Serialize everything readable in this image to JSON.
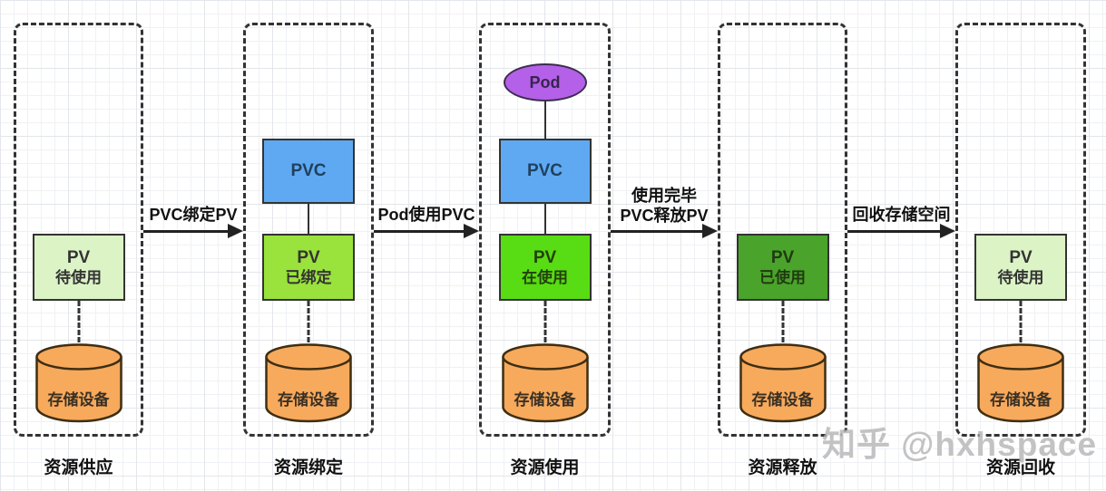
{
  "watermark": {
    "text": "知乎 @hxhspace"
  },
  "stages": [
    {
      "label": "资源供应",
      "pv": {
        "title": "PV",
        "status": "待使用"
      },
      "storage": {
        "label": "存储设备"
      }
    },
    {
      "label": "资源绑定",
      "pvc": {
        "label": "PVC"
      },
      "pv": {
        "title": "PV",
        "status": "已绑定"
      },
      "storage": {
        "label": "存储设备"
      }
    },
    {
      "label": "资源使用",
      "pod": {
        "label": "Pod"
      },
      "pvc": {
        "label": "PVC"
      },
      "pv": {
        "title": "PV",
        "status": "在使用"
      },
      "storage": {
        "label": "存储设备"
      }
    },
    {
      "label": "资源释放",
      "pv": {
        "title": "PV",
        "status": "已使用"
      },
      "storage": {
        "label": "存储设备"
      }
    },
    {
      "label": "资源回收",
      "pv": {
        "title": "PV",
        "status": "待使用"
      },
      "storage": {
        "label": "存储设备"
      }
    }
  ],
  "arrows": [
    {
      "lines": [
        "PVC绑定PV"
      ]
    },
    {
      "lines": [
        "Pod使用PVC"
      ]
    },
    {
      "lines": [
        "使用完毕",
        "PVC释放PV"
      ]
    },
    {
      "lines": [
        "回收存储空间"
      ]
    }
  ],
  "colors": {
    "pv_pending": "#dcf3c6",
    "pv_bound": "#9ae23c",
    "pv_in_use": "#58dc13",
    "pv_released": "#4aa32b",
    "pvc": "#5fa9f2",
    "pod": "#b560e8",
    "storage": "#f7a95c",
    "stroke": "#333333"
  }
}
